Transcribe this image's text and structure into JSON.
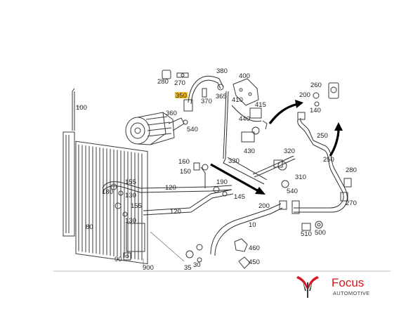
{
  "parts": {
    "p100": "100",
    "p80": "80",
    "p90": "90",
    "p900": "900",
    "p180": "180",
    "p155a": "155",
    "p130a": "130",
    "p155b": "155",
    "p130b": "130",
    "p120a": "120",
    "p120b": "120",
    "p160": "160",
    "p150": "150",
    "p190": "190",
    "p145": "145",
    "p10": "10",
    "p200": "200",
    "p35": "35",
    "p30": "30",
    "p460": "460",
    "p450": "450",
    "p280a": "280",
    "p270a": "270",
    "p350": "350",
    "p360": "360",
    "p540a": "540",
    "p370": "370",
    "p380": "380",
    "p365": "365",
    "p400": "400",
    "p410": "410",
    "p415": "415",
    "p440": "440",
    "p430": "430",
    "p320": "320",
    "p330": "330",
    "p310": "310",
    "p540b": "540",
    "p510": "510",
    "p500": "500",
    "p260": "260",
    "p200b": "200",
    "p140": "140",
    "p250a": "250",
    "p250b": "250",
    "p280b": "280",
    "p270b": "270"
  },
  "brand": {
    "name": "Focus",
    "tagline": "AUTOMOTIVE",
    "color_red": "#d8161d",
    "color_dark": "#3a3a3a"
  },
  "highlight_color": "#f2b400"
}
